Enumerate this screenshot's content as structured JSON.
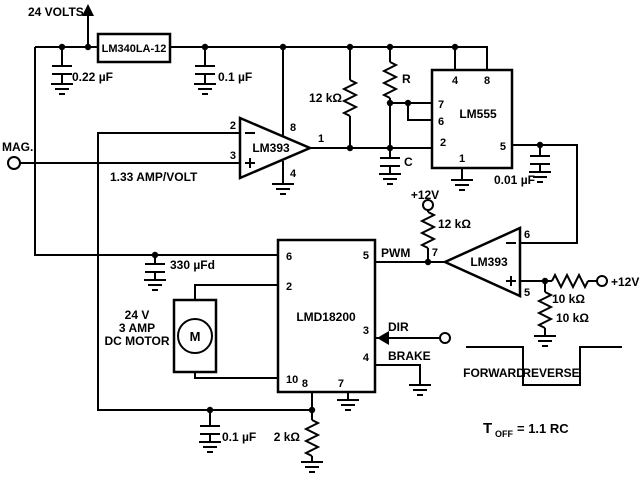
{
  "schematic": {
    "supply": {
      "input": "24 VOLTS",
      "input_cap": "0.22 µF",
      "regulator": "LM340LA-12",
      "output_cap": "0.1 µF"
    },
    "sense_input": {
      "terminal": "MAG.",
      "scale": "1.33 AMP/VOLT"
    },
    "comp1": {
      "name": "LM393",
      "pin_inv": "2",
      "pin_noninv": "3",
      "pin_vcc": "8",
      "pin_out": "1",
      "pin_gnd": "4"
    },
    "timer": {
      "name": "LM555",
      "pin_reset": "4",
      "pin_vcc": "8",
      "pin_discharge": "7",
      "pin_threshold": "6",
      "pin_trigger": "2",
      "pin_gnd": "1",
      "pin_control": "5",
      "pullup_res": "12 kΩ",
      "timing_res": "R",
      "timing_cap": "C",
      "control_cap": "0.01 µF"
    },
    "comp2": {
      "name": "LM393",
      "pin_out": "7",
      "pin_inv": "6",
      "pin_noninv": "5",
      "pullup_supply": "+12V",
      "pullup_res": "12 kΩ",
      "ref_res_top": "10 kΩ",
      "ref_res_bottom": "10 kΩ",
      "ref_supply": "+12V"
    },
    "driver": {
      "name": "LMD18200",
      "pin_vs": "6",
      "pin_out1": "2",
      "pin_pwm": "5",
      "pin_dir": "3",
      "pin_brake": "4",
      "pin_out2": "10",
      "pin_sense": "8",
      "pin_gnd": "7",
      "pwm_label": "PWM",
      "dir_label": "DIR",
      "brake_label": "BRAKE",
      "bulk_cap": "330 µFd",
      "sense_cap": "0.1 µF",
      "sense_res": "2 kΩ"
    },
    "motor": {
      "symbol": "M",
      "spec1": "24 V",
      "spec2": "3 AMP",
      "spec3": "DC MOTOR"
    },
    "waveform": {
      "high_label": "FORWARD",
      "low_label": "REVERSE"
    },
    "formula": {
      "t": "T",
      "sub": "OFF",
      "eq": "= 1.1 RC"
    }
  }
}
